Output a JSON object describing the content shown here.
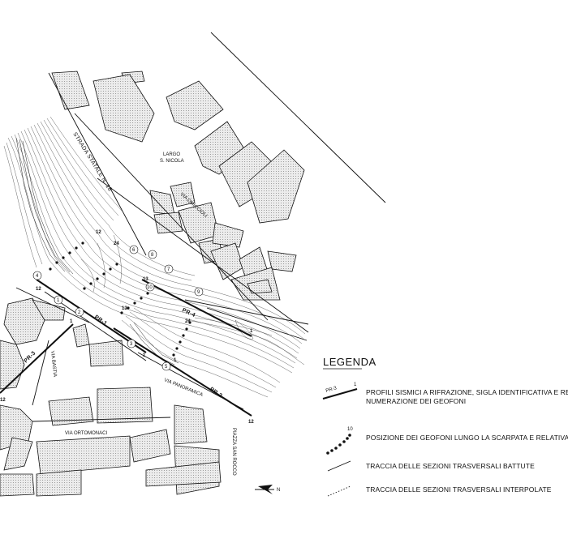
{
  "streets": {
    "strada_statale": "STRADA STATALE N. 18",
    "largo": "LARGO",
    "largo2": "S. NICOLA",
    "via_omiccioli": "VIA OMICCIOLI",
    "via_bastia": "VIA BASTIA",
    "via_panoramica": "VIA PANORAMICA",
    "via_ortomonaci": "VIA ORTOMONACI",
    "piazza": "PIAZZA SAN ROCCO"
  },
  "profiles": {
    "pr1": "PR-1",
    "pr2": "PR-2",
    "pr3": "PR-3",
    "pr4": "PR-4"
  },
  "geophone_numbers": [
    "12",
    "1",
    "12",
    "1",
    "12",
    "24",
    "13",
    "24",
    "13",
    "1",
    "12",
    "1"
  ],
  "section_numbers": [
    "1",
    "2",
    "3",
    "4",
    "5",
    "6",
    "7",
    "8",
    "9",
    "10"
  ],
  "legend": {
    "title": "LEGENDA",
    "items": [
      {
        "sample_label": "PR-3",
        "sample_num": "1",
        "text": "PROFILI SISMICI A RIFRAZIONE, SIGLA IDENTIFICATIVA      E RELATIVA",
        "text2": "NUMERAZIONE DEI GEOFONI"
      },
      {
        "sample_num": "10",
        "text": "POSIZIONE DEI GEOFONI LUNGO LA SCARPATA E RELATIVA NUMERAZIONE"
      },
      {
        "text": "TRACCIA DELLE SEZIONI TRASVERSALI BATTUTE"
      },
      {
        "text": "TRACCIA DELLE SEZIONI TRASVERSALI INTERPOLATE"
      }
    ]
  },
  "north_arrow": "N",
  "colors": {
    "ink": "#111111",
    "block_fill": "#d9d9d9",
    "background": "#ffffff"
  }
}
